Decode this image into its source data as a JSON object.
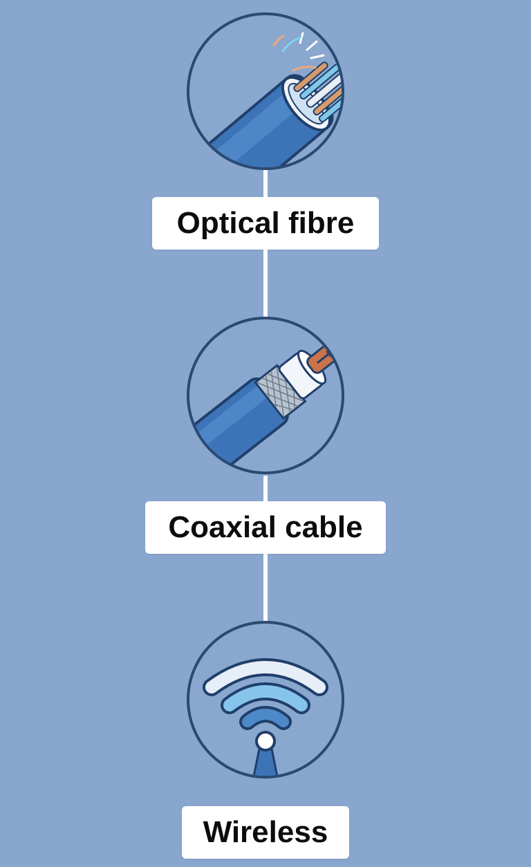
{
  "background_color": "#89a6ce",
  "nodes": [
    {
      "label": "Optical fibre",
      "icon": "optical-fibre-icon"
    },
    {
      "label": "Coaxial cable",
      "icon": "coaxial-cable-icon"
    },
    {
      "label": "Wireless",
      "icon": "wireless-icon"
    }
  ]
}
